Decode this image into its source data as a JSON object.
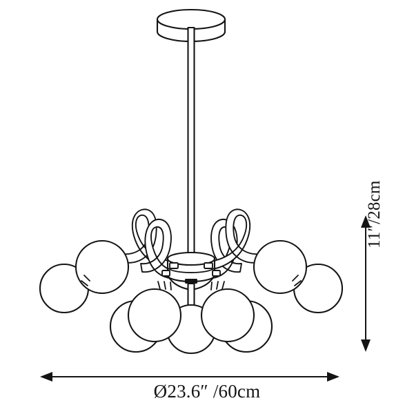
{
  "drawing": {
    "subject": "chandelier-technical-line-drawing",
    "title": "Chandelier Dimension Drawing",
    "style": "black-outline-line-art",
    "background_color": "#ffffff",
    "line_color": "#141414",
    "parts": [
      {
        "name": "ceiling-canopy",
        "shape": "elliptical-cylinder"
      },
      {
        "name": "downrod",
        "shape": "vertical-rod"
      },
      {
        "name": "center-hub",
        "shape": "cylinder-band-with-tabs"
      },
      {
        "name": "curved-arms",
        "count": 4,
        "shape": "hook-tube"
      },
      {
        "name": "glass-globes",
        "count": 9,
        "shape": "circle"
      },
      {
        "name": "center-socket-stem",
        "shape": "rod-with-collar"
      }
    ]
  },
  "dimensions": {
    "width": {
      "label": "Ø23.6″ /60cm",
      "value_inches": 23.6,
      "value_cm": 60,
      "symbol": "Ø",
      "axis": "horizontal",
      "arrow_style": "double-headed"
    },
    "height": {
      "label": "11″/28cm",
      "value_inches": 11,
      "value_cm": 28,
      "axis": "vertical",
      "orientation": "rotated-90-ccw",
      "arrow_style": "double-headed"
    }
  }
}
